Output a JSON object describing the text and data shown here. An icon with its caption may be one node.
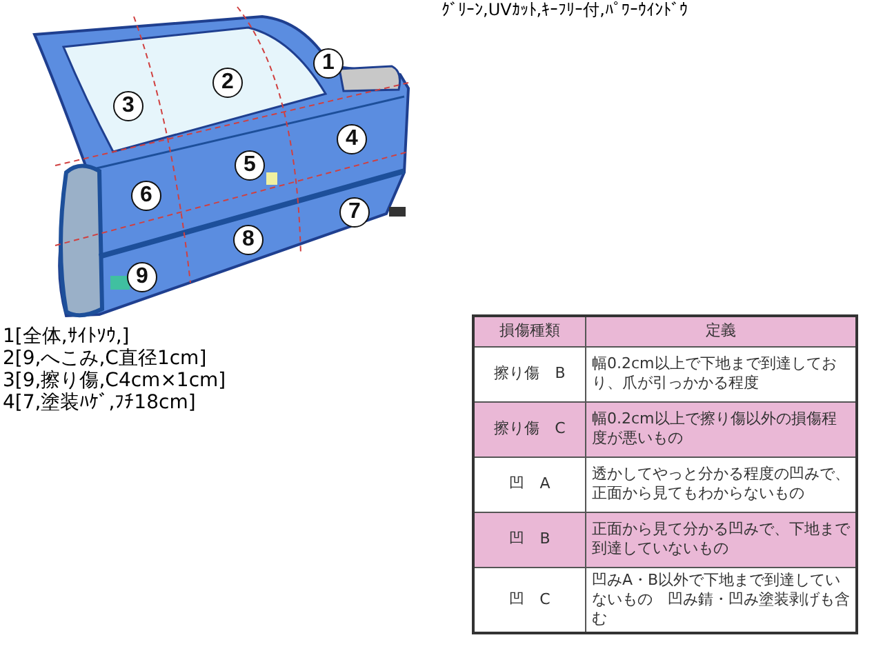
{
  "diagram": {
    "labels": [
      "ｸﾞﾘｰﾝ,UVｶｯﾄ,ｷｰﾌﾘｰ付,ﾊﾟﾜｰｳｲﾝﾄﾞｳ",
      "1",
      "2",
      "3",
      "4",
      "5",
      "6",
      "7",
      "8",
      "9",
      "1[全体,ｻｲﾄｿｳ,]",
      "2[9,へこみ,C直径1cm]",
      "3[9,擦り傷,C4cm×1cm]",
      "4[7,塗装ﾊｹﾞ,ﾌﾁ18cm]",
      "損傷種類",
      "定義",
      "擦り傷　B",
      "幅0.2cm以上で下地まで到達しており、爪が引っかかる程度",
      "擦り傷　C",
      "幅0.2cm以上で擦り傷以外の損傷程度が悪いもの",
      "凹　A",
      "透かしてやっと分かる程度の凹みで、正面から見てもわからないもの",
      "凹　B",
      "正面から見て分かる凹みで、下地まで到達していないもの",
      "凹　C",
      "凹みA・B以外で下地まで到達していないもの　凹み錆・凹み塗装剥げも含む"
    ]
  }
}
